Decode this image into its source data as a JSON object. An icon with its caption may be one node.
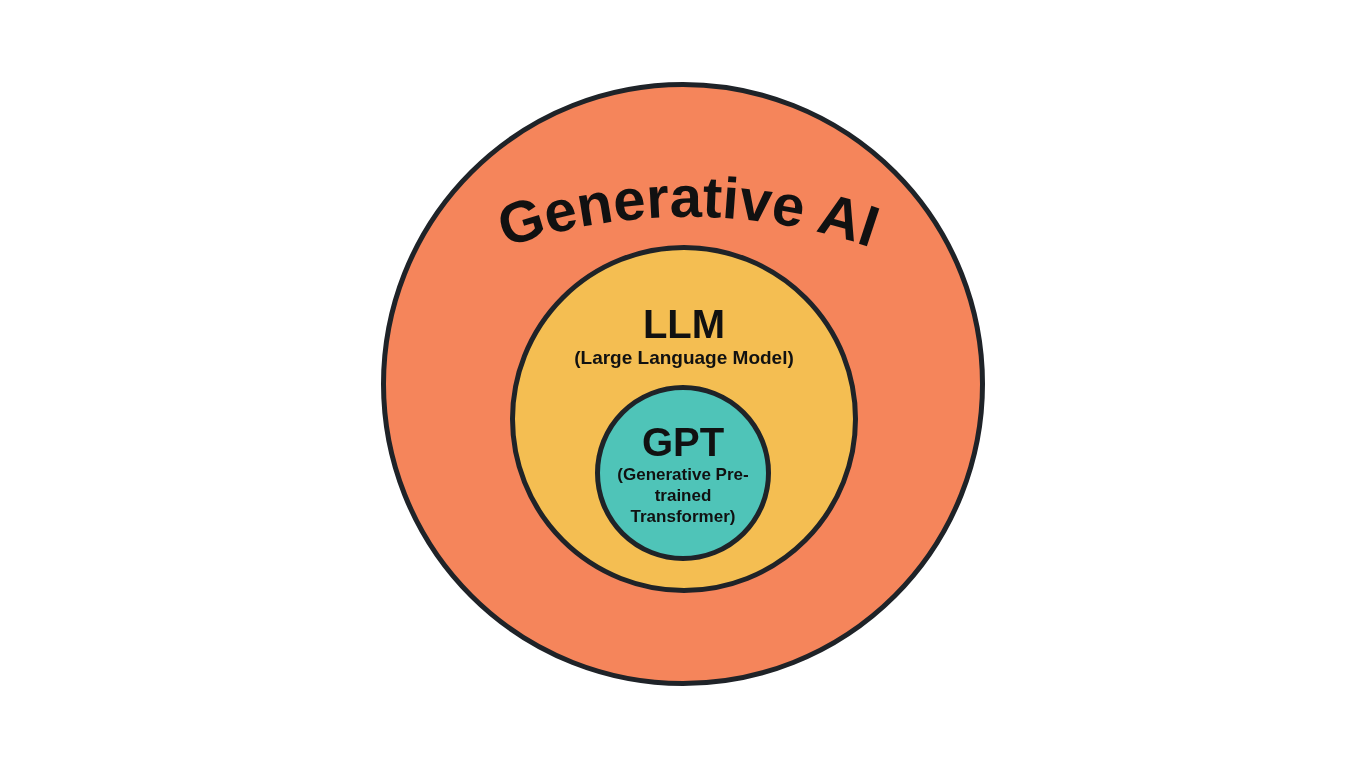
{
  "diagram": {
    "nodes": [
      {
        "text": [
          "Generative AI"
        ]
      },
      {
        "text": [
          "LLM",
          "(Large Language Model)"
        ],
        "in": 0
      },
      {
        "text": [
          "GPT",
          "(Generative Pre-trained Transformer)"
        ],
        "in": 1
      }
    ]
  }
}
